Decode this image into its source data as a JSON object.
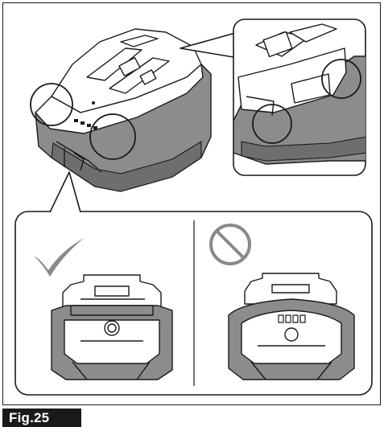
{
  "figure": {
    "label": "Fig.25"
  },
  "panels": {
    "overview": {
      "subject": "battery-cartridge-in-protective-cover"
    },
    "detail": {
      "subject": "cover-edge-closeup"
    },
    "comparison": {
      "correct": {
        "mark": "check-mark-icon"
      },
      "incorrect": {
        "mark": "prohibition-icon"
      }
    }
  },
  "colors": {
    "line": "#1a1a1a",
    "cover_gray": "#8c8c8c",
    "cover_dark": "#6e6e6e",
    "mark_gray": "#8a8a8a",
    "label_bg": "#1a1a1a",
    "label_text": "#ffffff"
  }
}
